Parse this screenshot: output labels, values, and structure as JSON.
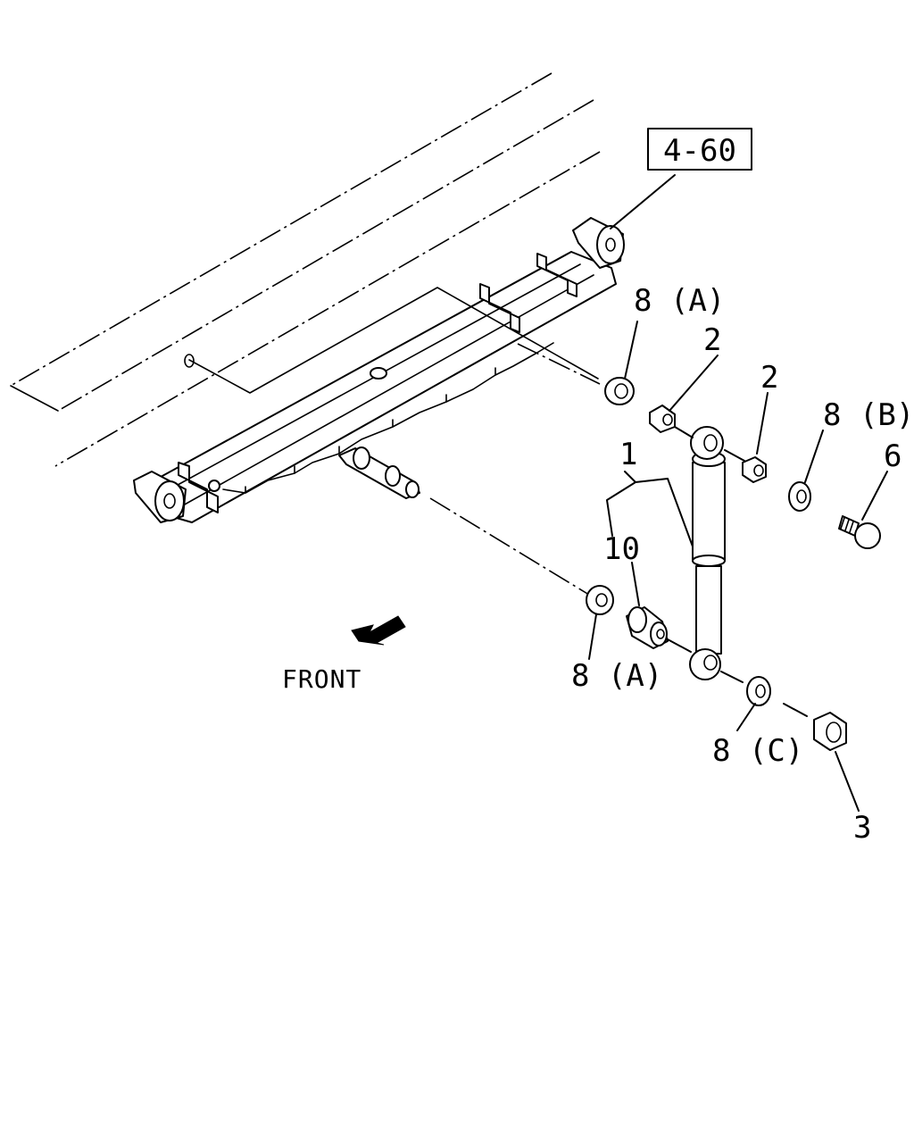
{
  "ref_box": "4-60",
  "callouts": {
    "c1": "1",
    "c2a": "2",
    "c2b": "2",
    "c3": "3",
    "c6": "6",
    "c10": "10",
    "c8a_top": "8 (A)",
    "c8a_bottom": "8 (A)",
    "c8b": "8 (B)",
    "c8c": "8 (C)"
  },
  "front_label": "FRONT"
}
